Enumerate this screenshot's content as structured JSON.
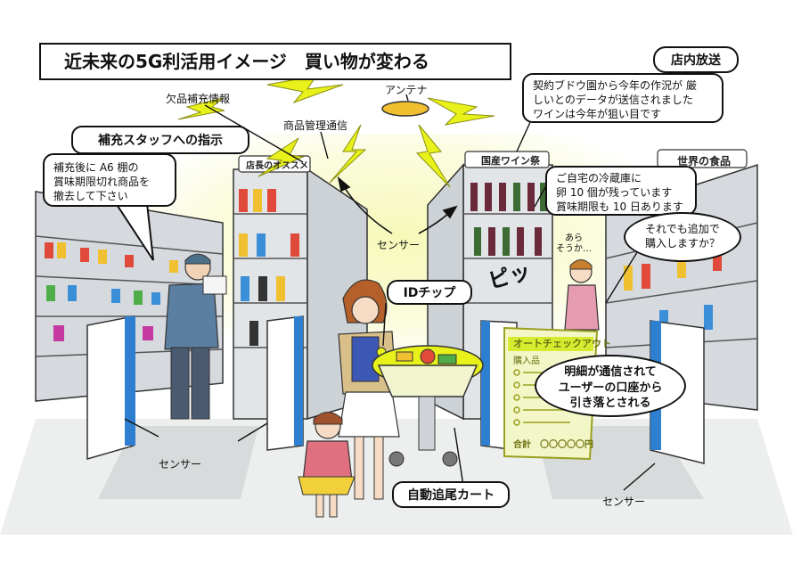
{
  "title": "近未来の5G利活用イメージ　買い物が変わる",
  "labels": {
    "antenna": "アンテナ",
    "shortage_info": "欠品補充情報",
    "product_comm": "商品管理通信",
    "sensor_center": "センサー",
    "sensor_left": "センサー",
    "sensor_right": "センサー",
    "id_chip": "IDチップ",
    "auto_cart": "自動追尾カート",
    "pi_sound": "ピッ",
    "exclaim": "あら\nそうか…"
  },
  "staff_instruction": {
    "header": "補充スタッフへの指示",
    "lines": [
      "補充後に A6 棚の",
      "賞味期限切れ商品を",
      "撤去して下さい"
    ]
  },
  "store_broadcast": {
    "header": "店内放送",
    "lines": [
      "契約ブドウ園から今年の作況が 厳",
      "しいとのデータが送信されました",
      "ワインは今年が狙い目です"
    ]
  },
  "fridge_message": {
    "lines": [
      "ご自宅の冷蔵庫に",
      "卵 10 個が残っています",
      "賞味期限も 10 日あります"
    ]
  },
  "purchase_question": {
    "lines": [
      "それでも追加で",
      "購入しますか？"
    ]
  },
  "payment_message": {
    "lines": [
      "明細が通信されて",
      "ユーザーの口座から",
      "引き落とされる"
    ]
  },
  "receipt": {
    "header": "オートチェックアウト",
    "item_label": "購入品",
    "total": "合計　〇〇〇〇〇円"
  },
  "signs": {
    "recommend": "店長のオススメ",
    "wine_fair": "国産ワイン祭",
    "world_food": "世界の食品"
  },
  "colors": {
    "signal": "#e8f21a",
    "signal_glow": "#f4f7a8",
    "gate_blue": "#2f7fd0",
    "shelf": "#d9dde2",
    "floor": "#ebeef0"
  }
}
